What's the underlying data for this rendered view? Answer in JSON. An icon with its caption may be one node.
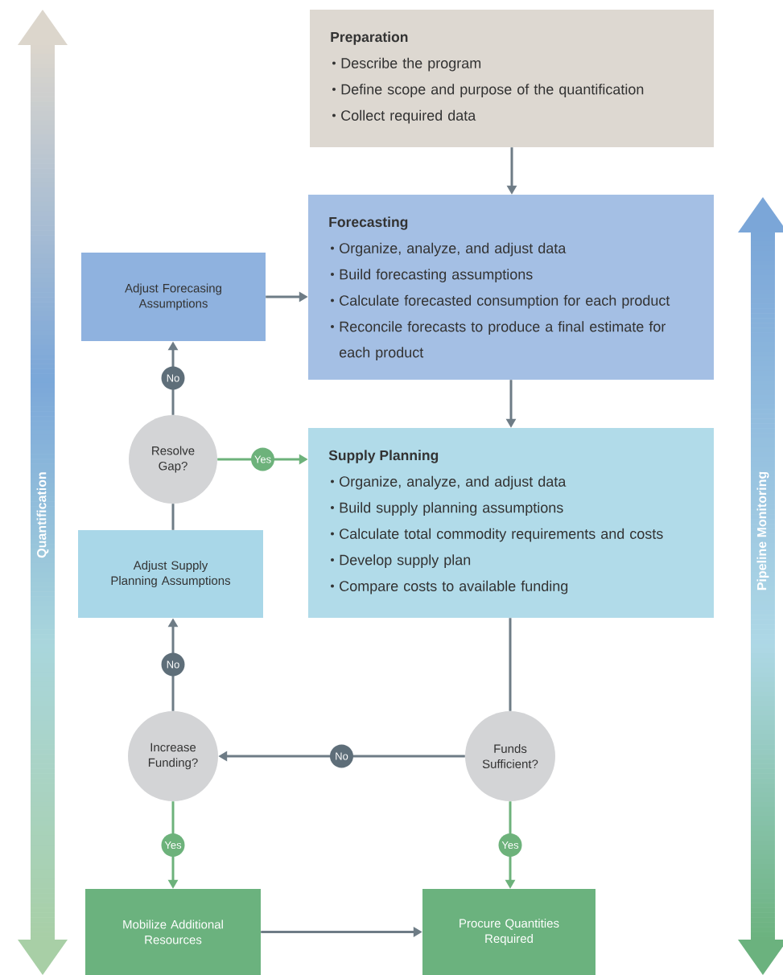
{
  "diagram": {
    "nodes": [
      {
        "text": [
          "Preparation",
          "Describe the program",
          "Define scope and purpose of the quantification",
          "Collect required data"
        ]
      },
      {
        "text": [
          "Forecasting",
          "Organize, analyze, and adjust data",
          "Build forecasting assumptions",
          "Calculate forecasted consumption for each product",
          "Reconcile forecasts to produce a final estimate for each product"
        ]
      },
      {
        "text": [
          "Adjust Forecasing Assumptions"
        ]
      },
      {
        "text": [
          "Resolve Gap?"
        ]
      },
      {
        "text": [
          "Supply Planning",
          "Organize, analyze, and adjust data",
          "Build supply planning assumptions",
          "Calculate total commodity requirements and costs",
          "Develop supply plan",
          "Compare costs to available funding"
        ]
      },
      {
        "text": [
          "Adjust Supply Planning Assumptions"
        ]
      },
      {
        "text": [
          "Increase Funding?"
        ]
      },
      {
        "text": [
          "Funds Sufficient?"
        ]
      },
      {
        "text": [
          "Mobilize Additional Resources"
        ]
      },
      {
        "text": [
          "Procure Quantities Required"
        ]
      }
    ],
    "edges": [
      {
        "from": 0,
        "to": 1,
        "arrow": "to"
      },
      {
        "from": 1,
        "to": 4,
        "arrow": "to"
      },
      {
        "from": 2,
        "to": 1,
        "arrow": "to"
      },
      {
        "from": 3,
        "to": 2,
        "arrow": "to",
        "label": "No"
      },
      {
        "from": 3,
        "to": 4,
        "arrow": "to",
        "label": "Yes",
        "color": "#6db27b"
      },
      {
        "from": 5,
        "to": 3,
        "arrow": "none"
      },
      {
        "from": 6,
        "to": 5,
        "arrow": "to",
        "label": "No"
      },
      {
        "from": 4,
        "to": 7,
        "arrow": "none"
      },
      {
        "from": 7,
        "to": 6,
        "arrow": "to",
        "label": "No"
      },
      {
        "from": 6,
        "to": 8,
        "arrow": "to",
        "label": "Yes",
        "color": "#6db27b"
      },
      {
        "from": 7,
        "to": 9,
        "arrow": "to",
        "label": "Yes",
        "color": "#6db27b"
      },
      {
        "from": 8,
        "to": 9,
        "arrow": "to"
      }
    ],
    "labels": [
      "Quantification",
      "Pipeline Monitoring"
    ]
  }
}
